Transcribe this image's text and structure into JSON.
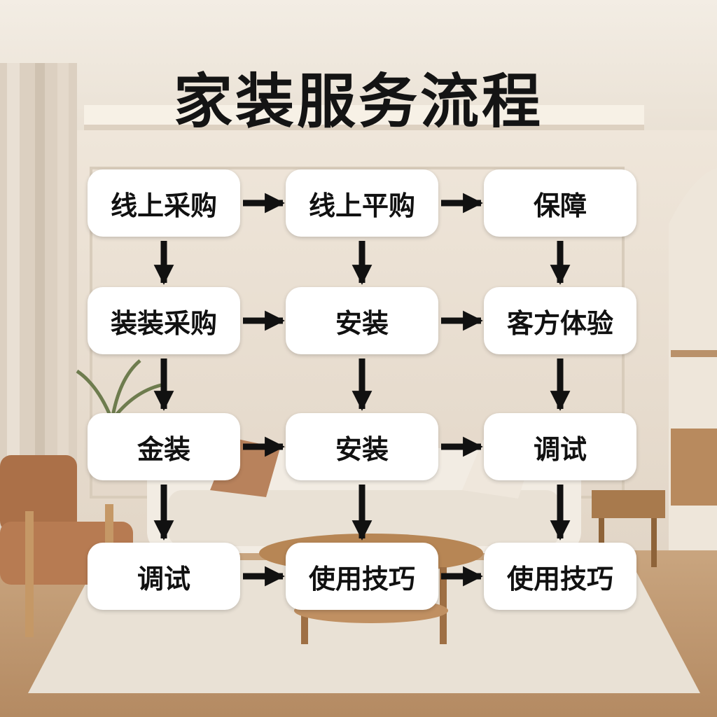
{
  "title": "家装服务流程",
  "nodes": [
    [
      "线上采购",
      "线上平购",
      "保障"
    ],
    [
      "装装采购",
      "安装",
      "客方体验"
    ],
    [
      "金装",
      "安装",
      "调试"
    ],
    [
      "调试",
      "使用技巧",
      "使用技巧"
    ]
  ]
}
